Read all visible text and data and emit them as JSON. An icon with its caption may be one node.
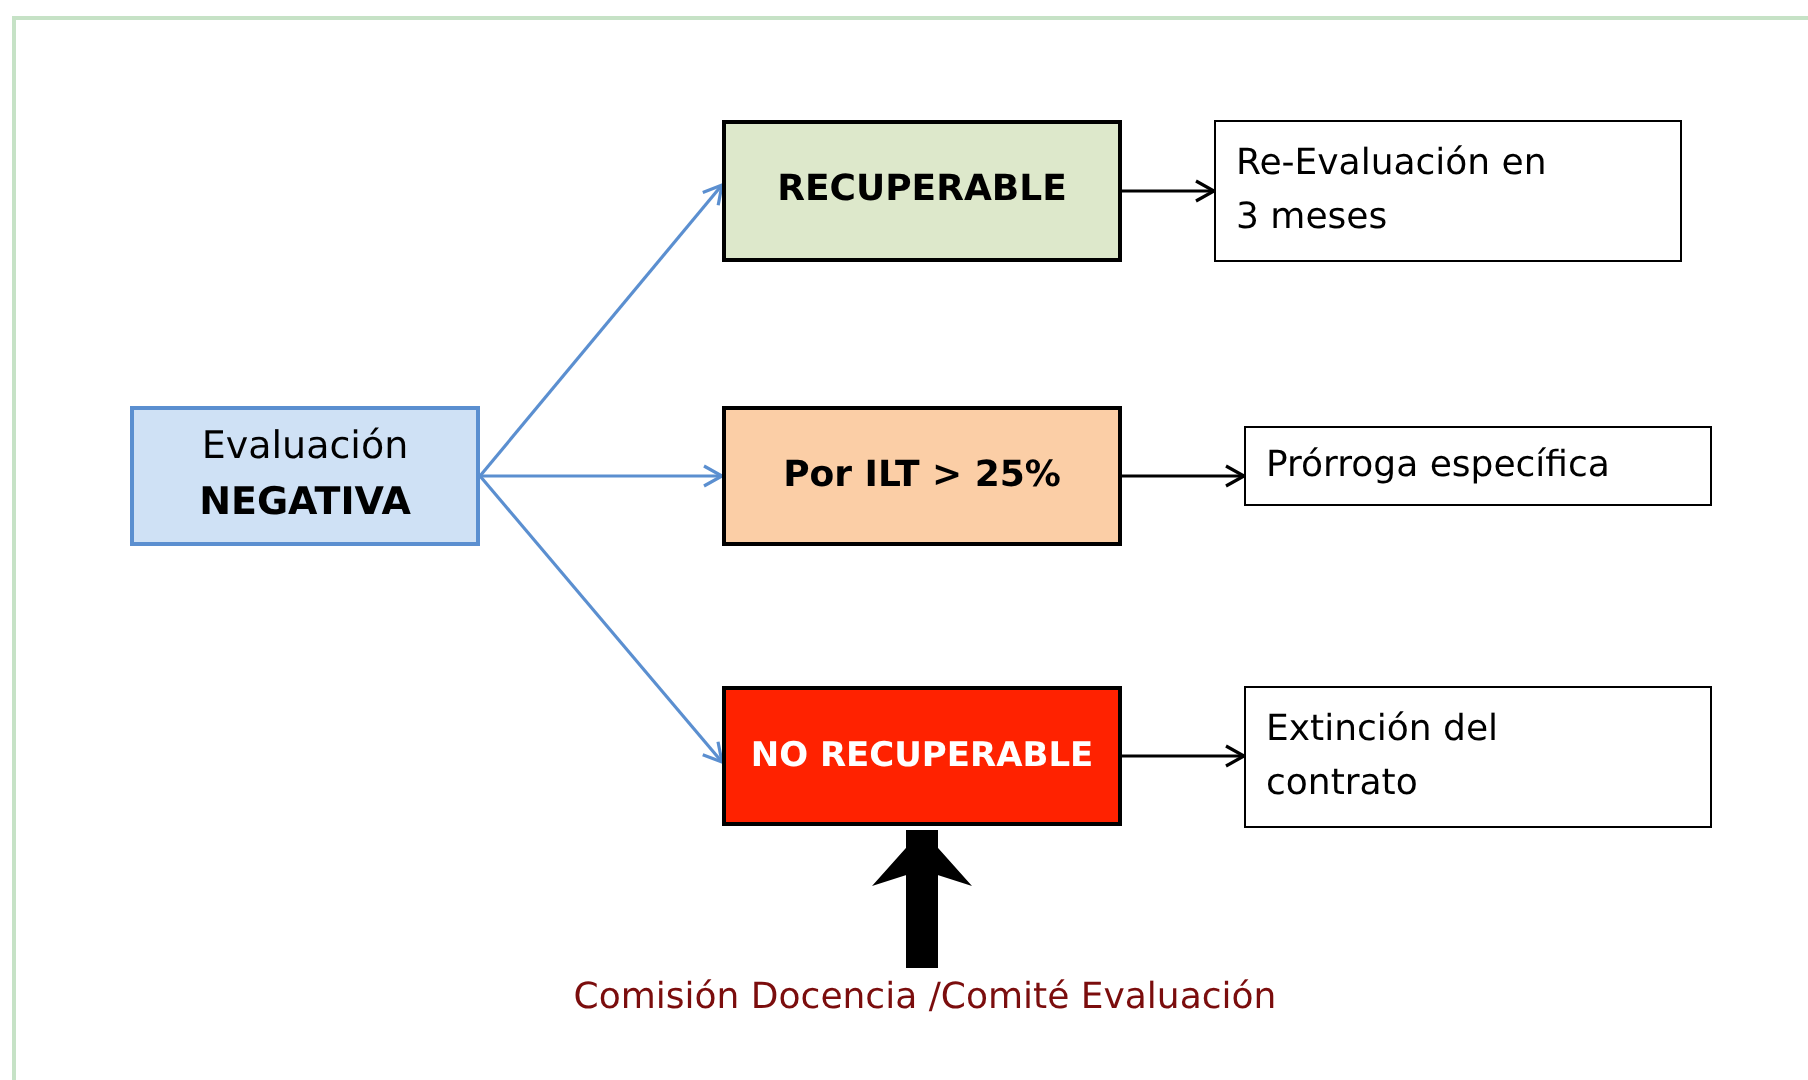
{
  "diagram": {
    "nodes": [
      {
        "text": [
          "Evaluación **NEGATIVA**"
        ]
      },
      {
        "text": [
          "RECUPERABLE"
        ]
      },
      {
        "text": [
          "Por ILT > 25%"
        ]
      },
      {
        "text": [
          "NO RECUPERABLE"
        ]
      },
      {
        "text": [
          "Re-Evaluación en 3 meses"
        ]
      },
      {
        "text": [
          "Prórroga específica"
        ]
      },
      {
        "text": [
          "Extinción del contrato"
        ]
      },
      {
        "text": [
          "Comisión Docencia /Comité Evaluación"
        ]
      }
    ],
    "edges": [
      {
        "from": 0,
        "to": 1,
        "arrow": "to",
        "color": "#5b8fd0"
      },
      {
        "from": 0,
        "to": 2,
        "arrow": "to",
        "color": "#5b8fd0"
      },
      {
        "from": 0,
        "to": 3,
        "arrow": "to",
        "color": "#5b8fd0"
      },
      {
        "from": 1,
        "to": 4,
        "arrow": "to"
      },
      {
        "from": 2,
        "to": 5,
        "arrow": "to"
      },
      {
        "from": 3,
        "to": 6,
        "arrow": "to"
      },
      {
        "from": 7,
        "to": 3,
        "arrow": "to",
        "style": "thick"
      }
    ]
  }
}
